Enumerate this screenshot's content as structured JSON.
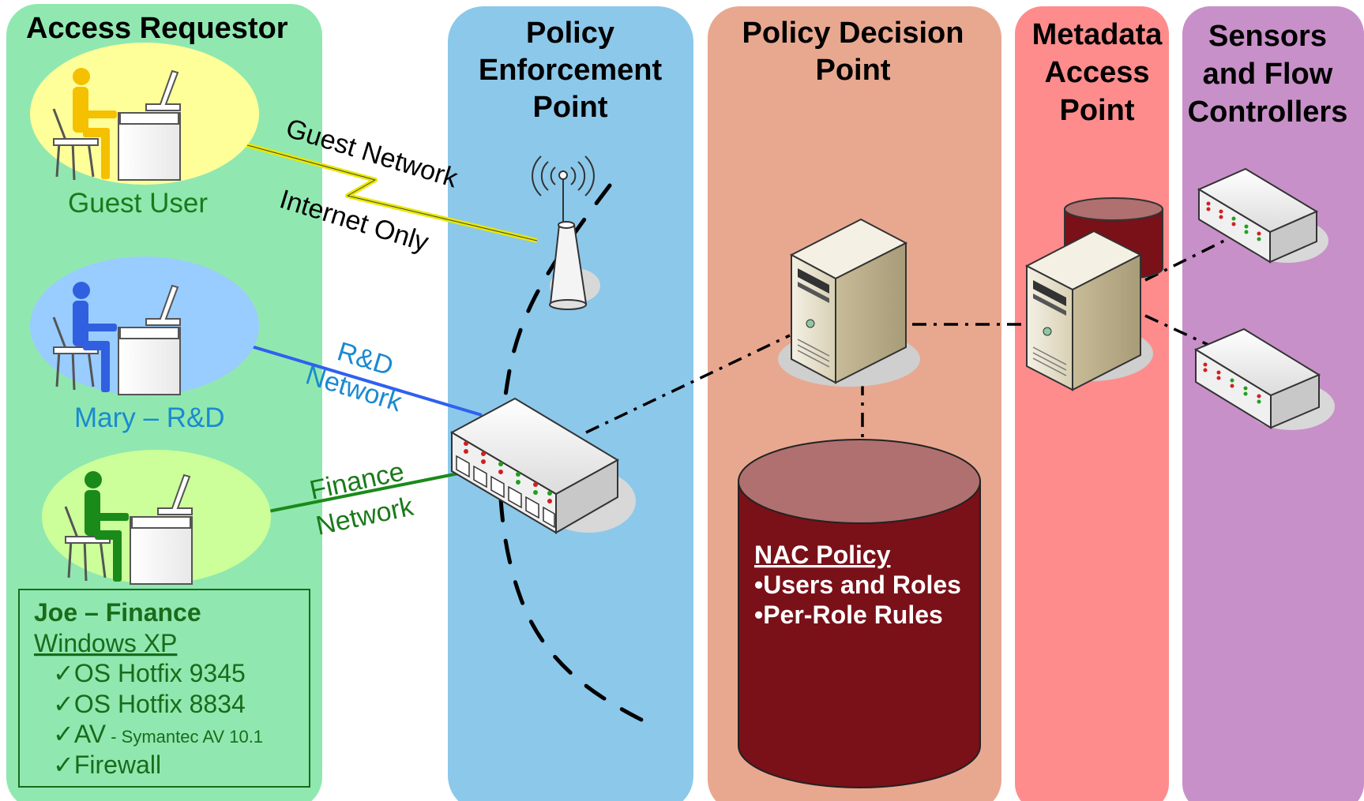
{
  "columns": {
    "access_requestor": {
      "title": "Access Requestor",
      "color": "#90e8b0"
    },
    "pep": {
      "title_lines": [
        "Policy",
        "Enforcement",
        "Point"
      ],
      "color": "#8cc8ea"
    },
    "pdp": {
      "title_lines": [
        "Policy Decision",
        "Point"
      ],
      "color": "#e8a890"
    },
    "map": {
      "title_lines": [
        "Metadata",
        "Access",
        "Point"
      ],
      "color": "#ff8c8c"
    },
    "sensors": {
      "title_lines": [
        "Sensors",
        "and Flow",
        "Controllers"
      ],
      "color": "#c890c8"
    }
  },
  "users": {
    "guest": {
      "label": "Guest User",
      "color": "#f5c000",
      "bubble": "#ffff99",
      "label_color": "#1a7a1a"
    },
    "mary": {
      "label": "Mary – R&D",
      "color": "#3060e0",
      "bubble": "#99ccff",
      "label_color": "#1a8ad0"
    },
    "joe": {
      "color": "#1a8a1a",
      "bubble": "#ccff99"
    }
  },
  "links": {
    "guest_line1": "Guest Network",
    "guest_line2": "Internet Only",
    "rd_line1": "R&D",
    "rd_line2": "Network",
    "fin_line1": "Finance",
    "fin_line2": "Network"
  },
  "joe_box": {
    "title": "Joe – Finance",
    "os": "Windows XP",
    "check1": "✓OS Hotfix 9345",
    "check2": "✓OS Hotfix 8834",
    "check3_main": "✓AV",
    "check3_small": " - Symantec AV 10.1",
    "check4": "✓Firewall"
  },
  "nac": {
    "title": "NAC Policy",
    "item1": "•Users and Roles",
    "item2": "•Per-Role Rules",
    "color": "#7a1018",
    "top_color": "#b07070"
  }
}
